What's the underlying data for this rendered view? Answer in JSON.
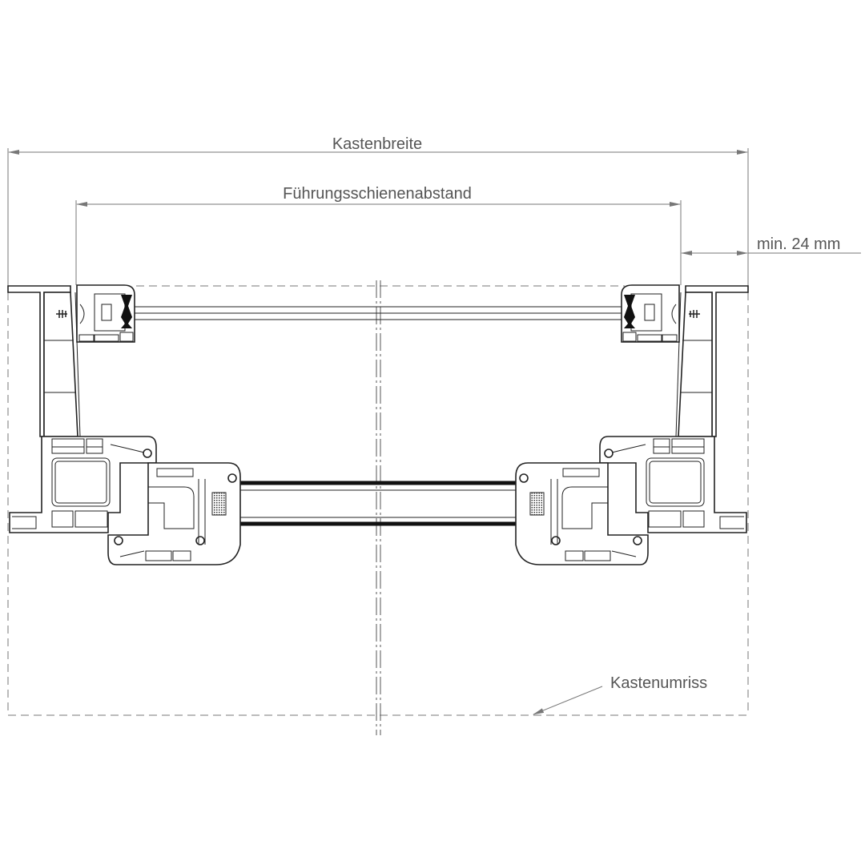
{
  "labels": {
    "box_width": "Kastenbreite",
    "guide_rail_distance": "Führungsschienenabstand",
    "min_offset": "min. 24 mm",
    "box_outline": "Kastenumriss"
  }
}
